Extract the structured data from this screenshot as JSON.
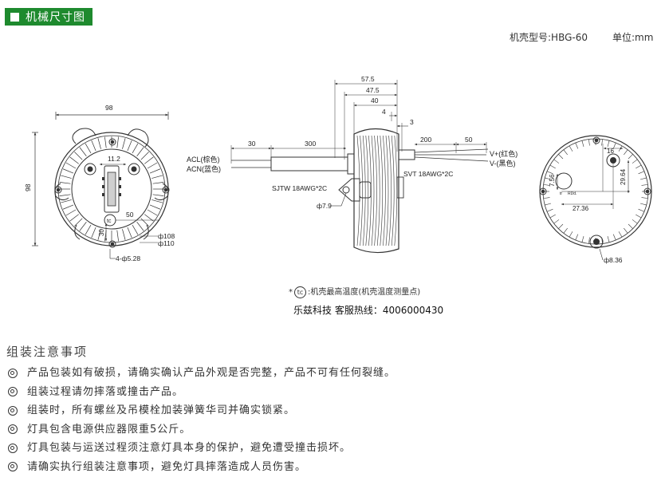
{
  "section_title": "机械尺寸图",
  "model": "机壳型号:HBG-60",
  "unit": "单位:mm",
  "left_view": {
    "width_dim": "98",
    "height_dim": "98",
    "dim_11_2": "11.2",
    "dim_50": "50",
    "dim_30": "30",
    "phi_108": "ф108",
    "phi_110": "ф110",
    "holes": "4-ф5.28",
    "tc_label": "tc"
  },
  "side_view": {
    "dim_57_5": "57.5",
    "dim_47_5": "47.5",
    "dim_40": "40",
    "dim_4": "4",
    "dim_3": "3",
    "dim_30": "30",
    "dim_300": "300",
    "dim_200": "200",
    "dim_50": "50",
    "acl": "ACL(棕色)",
    "acn": "ACN(蓝色)",
    "v_plus": "V+(红色)",
    "v_minus": "V-(黑色)",
    "cable_in": "SJTW 18AWG*2C",
    "cable_out": "SVT 18AWG*2C",
    "phi_7_9": "ф7.9"
  },
  "right_view": {
    "dim_16": "16",
    "dim_7_56": "7.56",
    "dim_29_64": "29.64",
    "dim_27_36": "27.36",
    "phi_8_36": "ф8.36",
    "label_tr": "tr",
    "label_rd": "RDd."
  },
  "note": {
    "star": "*",
    "tc": "tc",
    "text": ":机壳最高温度(机壳温度测量点)"
  },
  "hotline": "乐兹科技 客服热线：4006000430",
  "assembly": {
    "title": "组装注意事项",
    "items": [
      "产品包装如有破损，请确实确认产品外观是否完整，产品不可有任何裂缝。",
      "组装过程请勿摔落或撞击产品。",
      "组装时，所有螺丝及吊模栓加装弹簧华司并确实锁紧。",
      "灯具包含电源供应器限重5公斤。",
      "灯具包装与运送过程须注意灯具本身的保护，避免遭受撞击损坏。",
      "请确实执行组装注意事项，避免灯具摔落造成人员伤害。"
    ]
  }
}
